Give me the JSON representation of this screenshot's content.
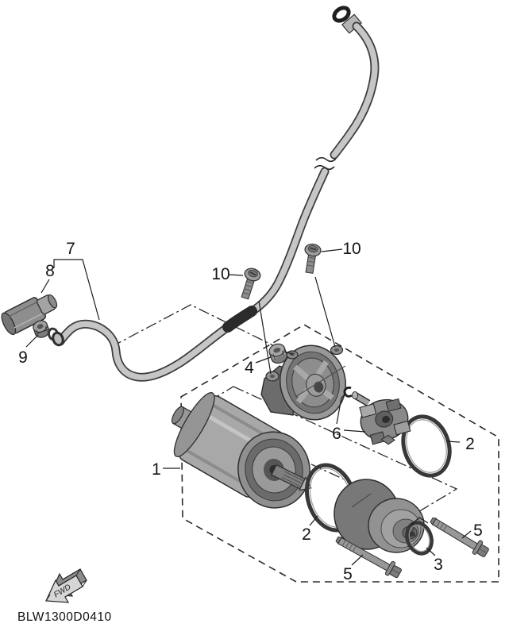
{
  "diagram": {
    "code": "BLW1300D0410",
    "fwd_label": "FWD",
    "background": "#ffffff",
    "line_color": "#1a1a1a",
    "part_labels": {
      "n1": "1",
      "n2a": "2",
      "n2b": "2",
      "n3": "3",
      "n4": "4",
      "n5a": "5",
      "n5b": "5",
      "n6": "6",
      "n7": "7",
      "n8": "8",
      "n9": "9",
      "n10a": "10",
      "n10b": "10"
    }
  }
}
